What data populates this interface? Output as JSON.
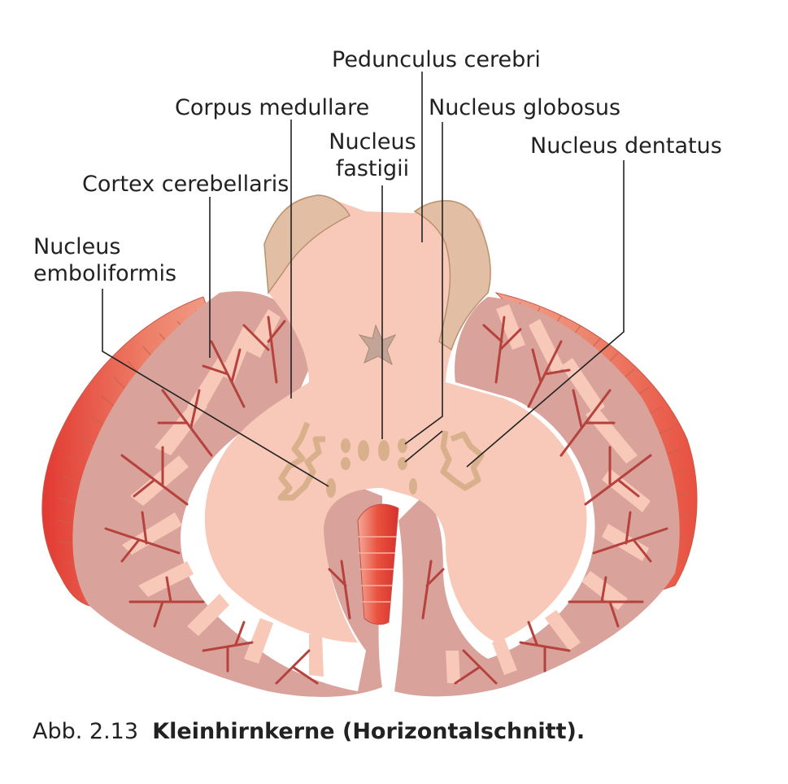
{
  "labels": {
    "pedunculus_cerebri": "Pedunculus cerebri",
    "corpus_medullare": "Corpus medullare",
    "nucleus_globosus": "Nucleus globosus",
    "nucleus_fastigii_line1": "Nucleus",
    "nucleus_fastigii_line2": "fastigii",
    "nucleus_dentatus": "Nucleus dentatus",
    "cortex_cerebellaris": "Cortex cerebellaris",
    "nucleus_emboliformis_line1": "Nucleus",
    "nucleus_emboliformis_line2": "emboliformis"
  },
  "caption": {
    "number": "Abb. 2.13",
    "title": "Kleinhirnkerne (Horizontalschnitt)."
  },
  "colors": {
    "medulla": "#f8c8b8",
    "cortex": "#d9a29a",
    "cortex_rim": "#ec8068",
    "cortex_rim_dark": "#e0403a",
    "folia_vessels": "#b6423e",
    "peduncle": "#e2bfa4",
    "nuclei": "#d9b08c",
    "ventricle": "#c2a596"
  }
}
